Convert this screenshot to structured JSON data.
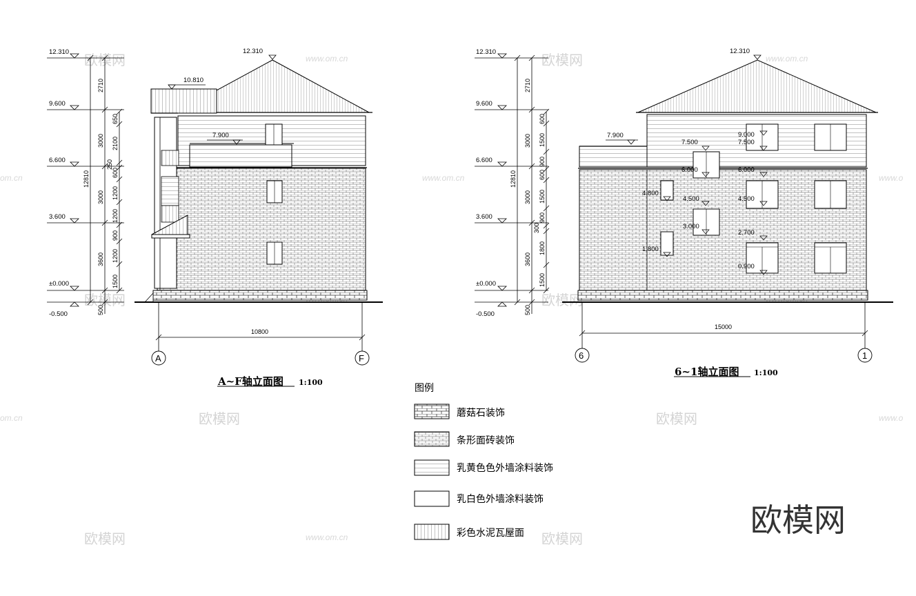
{
  "watermark": {
    "cn": "欧模网",
    "url": "www.om.cn",
    "url_cut": "om.cn",
    "url_cut2": "www.o",
    "brand": "欧模网"
  },
  "left_elevation": {
    "title": "A~F轴立面图",
    "scale": "1:100",
    "levels": [
      "12.310",
      "9.600",
      "6.600",
      "3.600",
      "±0.000",
      "-0.500"
    ],
    "roof_level": "12.310",
    "canopy_level": "10.810",
    "terrace_level": "7.900",
    "total_height": "12810",
    "dims_mid": [
      "2710",
      "3000",
      "3000",
      "3600",
      "500"
    ],
    "dims_inner": [
      "650",
      "2100",
      "250",
      "600",
      "1200",
      "1200",
      "900",
      "1200",
      "1500"
    ],
    "width": "10800",
    "axis_left": "A",
    "axis_right": "F"
  },
  "right_elevation": {
    "title": "6~1轴立面图",
    "scale": "1:100",
    "levels": [
      "12.310",
      "9.600",
      "6.600",
      "3.600",
      "±0.000",
      "-0.500"
    ],
    "roof_level": "12.310",
    "terrace_level": "7.900",
    "total_height": "12810",
    "dims_mid": [
      "2710",
      "3000",
      "3000",
      "3600",
      "500"
    ],
    "dims_inner": [
      "600",
      "1500",
      "900",
      "600",
      "1500",
      "900",
      "300",
      "1800",
      "1500"
    ],
    "window_levels": [
      "9.000",
      "7.500",
      "7.500",
      "6.000",
      "6.000",
      "4.800",
      "4.500",
      "4.500",
      "3.000",
      "2.700",
      "1.800",
      "0.900"
    ],
    "width": "15000",
    "axis_left": "6",
    "axis_right": "1"
  },
  "legend": {
    "title": "图例",
    "items": [
      {
        "label": "蘑菇石装饰",
        "pattern": "stone"
      },
      {
        "label": "条形面砖装饰",
        "pattern": "brick"
      },
      {
        "label": "乳黄色色外墙涂料装饰",
        "pattern": "hlines"
      },
      {
        "label": "乳白色外墙涂料装饰",
        "pattern": "blank"
      },
      {
        "label": "彩色水泥瓦屋面",
        "pattern": "vlines"
      }
    ]
  }
}
